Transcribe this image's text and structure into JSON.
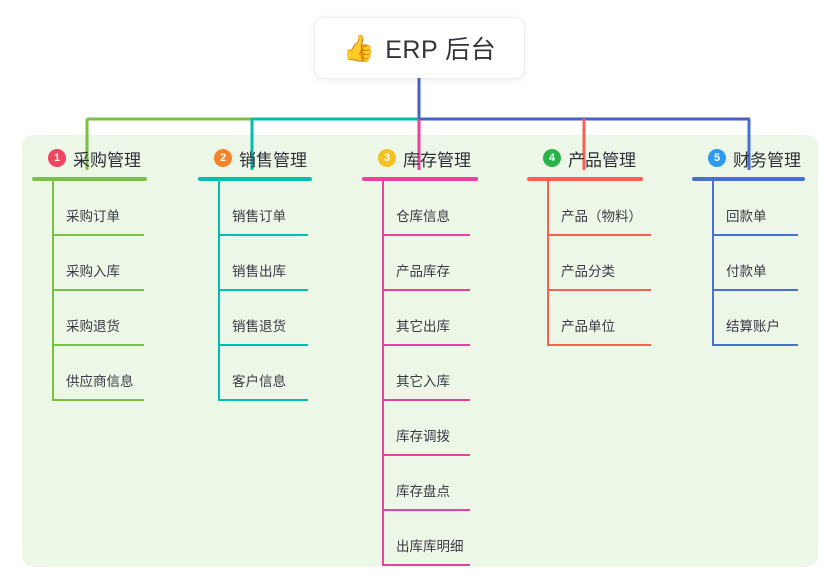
{
  "title": {
    "icon": "thumbs-up-icon",
    "icon_glyph": "👍",
    "text": "ERP 后台"
  },
  "canvas": {
    "background": "#edf7e8"
  },
  "connector_colors": {
    "segment_left": "#7ac143",
    "segment_mid": "#00bfae",
    "segment_right": "#4a5fc1"
  },
  "columns": [
    {
      "index": "1",
      "title": "采购管理",
      "badge_color": "#f0445f",
      "line_color": "#7ac143",
      "items": [
        {
          "label": "采购订单"
        },
        {
          "label": "采购入库"
        },
        {
          "label": "采购退货"
        },
        {
          "label": "供应商信息"
        }
      ]
    },
    {
      "index": "2",
      "title": "销售管理",
      "badge_color": "#f5832a",
      "line_color": "#00bfae",
      "items": [
        {
          "label": "销售订单"
        },
        {
          "label": "销售出库"
        },
        {
          "label": "销售退货"
        },
        {
          "label": "客户信息"
        }
      ]
    },
    {
      "index": "3",
      "title": "库存管理",
      "badge_color": "#f5c022",
      "line_color": "#e8409c",
      "items": [
        {
          "label": "仓库信息"
        },
        {
          "label": "产品库存"
        },
        {
          "label": "其它出库"
        },
        {
          "label": "其它入库"
        },
        {
          "label": "库存调拨"
        },
        {
          "label": "库存盘点"
        },
        {
          "label": "出库库明细"
        }
      ]
    },
    {
      "index": "4",
      "title": "产品管理",
      "badge_color": "#2bb34a",
      "line_color": "#f9604f",
      "items": [
        {
          "label": "产品（物料）"
        },
        {
          "label": "产品分类"
        },
        {
          "label": "产品单位"
        }
      ]
    },
    {
      "index": "5",
      "title": "财务管理",
      "badge_color": "#2e9bf0",
      "line_color": "#4a6fd4",
      "items": [
        {
          "label": "回款单"
        },
        {
          "label": "付款单"
        },
        {
          "label": "结算账户"
        }
      ]
    }
  ]
}
